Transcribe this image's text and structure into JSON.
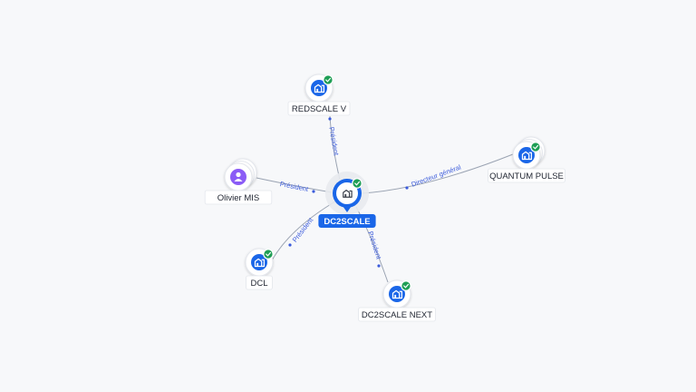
{
  "colors": {
    "company": "#1a66e8",
    "person": "#8b5cf6",
    "check": "#1e9e55",
    "edge": "#9aa3b2",
    "edge_label": "#3b5bdb"
  },
  "center": {
    "label": "DC2SCALE",
    "icon": "building-icon"
  },
  "nodes": [
    {
      "id": "redscale",
      "label": "REDSCALE V",
      "kind": "company",
      "icon": "building-icon",
      "verified": true
    },
    {
      "id": "quantum",
      "label": "QUANTUM PULSE",
      "kind": "company",
      "icon": "building-icon",
      "verified": true
    },
    {
      "id": "olivier",
      "label": "Olivier MIS",
      "kind": "person",
      "icon": "person-icon",
      "verified": false
    },
    {
      "id": "dcl",
      "label": "DCL",
      "kind": "company",
      "icon": "building-icon",
      "verified": true
    },
    {
      "id": "next",
      "label": "DC2SCALE NEXT",
      "kind": "company",
      "icon": "building-icon",
      "verified": true
    }
  ],
  "edges": [
    {
      "from": "center",
      "to": "redscale",
      "label": "Président"
    },
    {
      "from": "quantum",
      "to": "center",
      "label": "Directeur général"
    },
    {
      "from": "olivier",
      "to": "center",
      "label": "Président"
    },
    {
      "from": "center",
      "to": "dcl",
      "label": "Président"
    },
    {
      "from": "center",
      "to": "next",
      "label": "Président"
    }
  ]
}
